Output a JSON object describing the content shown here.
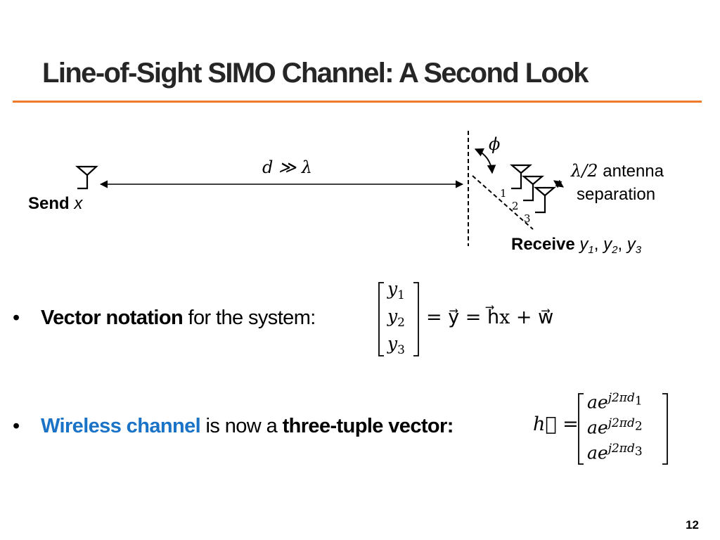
{
  "title": "Line-of-Sight SIMO Channel: A Second Look",
  "colors": {
    "accent_rule": "#ee7a2a",
    "highlight": "#1a73c7"
  },
  "diagram": {
    "distance_label": "d ≫ λ",
    "angle_label": "ϕ",
    "separation_expr": "λ/2",
    "separation_word1": "antenna",
    "separation_word2": "separation",
    "send_word": "Send",
    "send_var": "x",
    "antenna_numbers": [
      "1",
      "2",
      "3"
    ],
    "receive_word": "Receive",
    "receive_var": "y",
    "receive_subs": [
      "1",
      "2",
      "3"
    ]
  },
  "bullets": [
    {
      "bold": "Vector notation",
      "rest": " for the system:",
      "vector_var": "y",
      "vector_subs": [
        "1",
        "2",
        "3"
      ],
      "equation": "= y⃗ = h⃗x + w⃗"
    },
    {
      "highlight": "Wireless channel",
      "mid": " is now a ",
      "bold": "three-tuple vector:",
      "lhs": "h⃗ =",
      "entry_base": "ae",
      "entry_exp": "j2πd",
      "entry_subs": [
        "1",
        "2",
        "3"
      ]
    }
  ],
  "page_number": "12"
}
